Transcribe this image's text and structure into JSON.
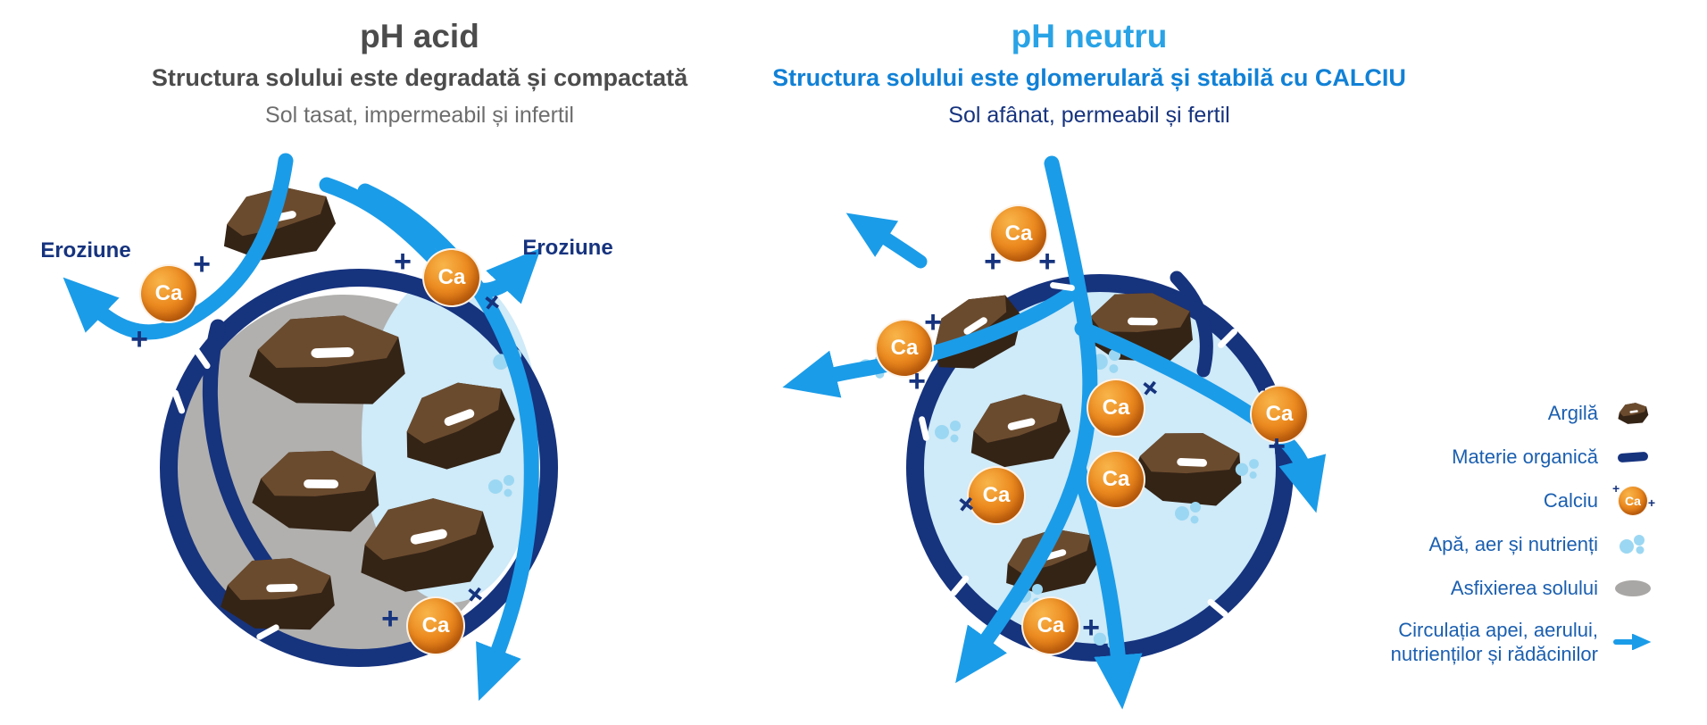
{
  "left_panel": {
    "title": "pH acid",
    "subtitle": "Structura solului este degradată și compactată",
    "description": "Sol tasat, impermeabil și infertil",
    "erosion_left": "Eroziune",
    "erosion_right": "Eroziune"
  },
  "right_panel": {
    "title": "pH neutru",
    "subtitle": "Structura solului este glomerulară și stabilă cu CALCIU",
    "description": "Sol afânat, permeabil și fertil"
  },
  "labels": {
    "calcium": "Ca",
    "plus": "+"
  },
  "legend": {
    "items": [
      {
        "label": "Argilă",
        "icon": "clay-icon"
      },
      {
        "label": "Materie organică",
        "icon": "organic-matter-icon"
      },
      {
        "label": "Calciu",
        "icon": "calcium-icon"
      },
      {
        "label": "Apă, aer și nutrienți",
        "icon": "water-air-nutrients-icon"
      },
      {
        "label": "Asfixierea solului",
        "icon": "soil-asphyxiation-icon"
      },
      {
        "label": "Circulația apei, aerului,\nnutrienților și rădăcinilor",
        "icon": "circulation-arrow-icon"
      }
    ]
  },
  "colors": {
    "bright_blue": "#1b9ce8",
    "title_blue": "#29a3e6",
    "subtitle_blue": "#1181d6",
    "navy": "#16337e",
    "legend_blue": "#1b5fb0",
    "light_blue_fill": "#cfeaf8",
    "bubble_blue": "#9bd7f2",
    "orange_calcium": "#e8821d",
    "clay_brown_dark": "#342416",
    "clay_brown_light": "#6b4b2e",
    "asphyxiation_gray": "#b1b0ae",
    "title_gray": "#4c4c4c"
  }
}
